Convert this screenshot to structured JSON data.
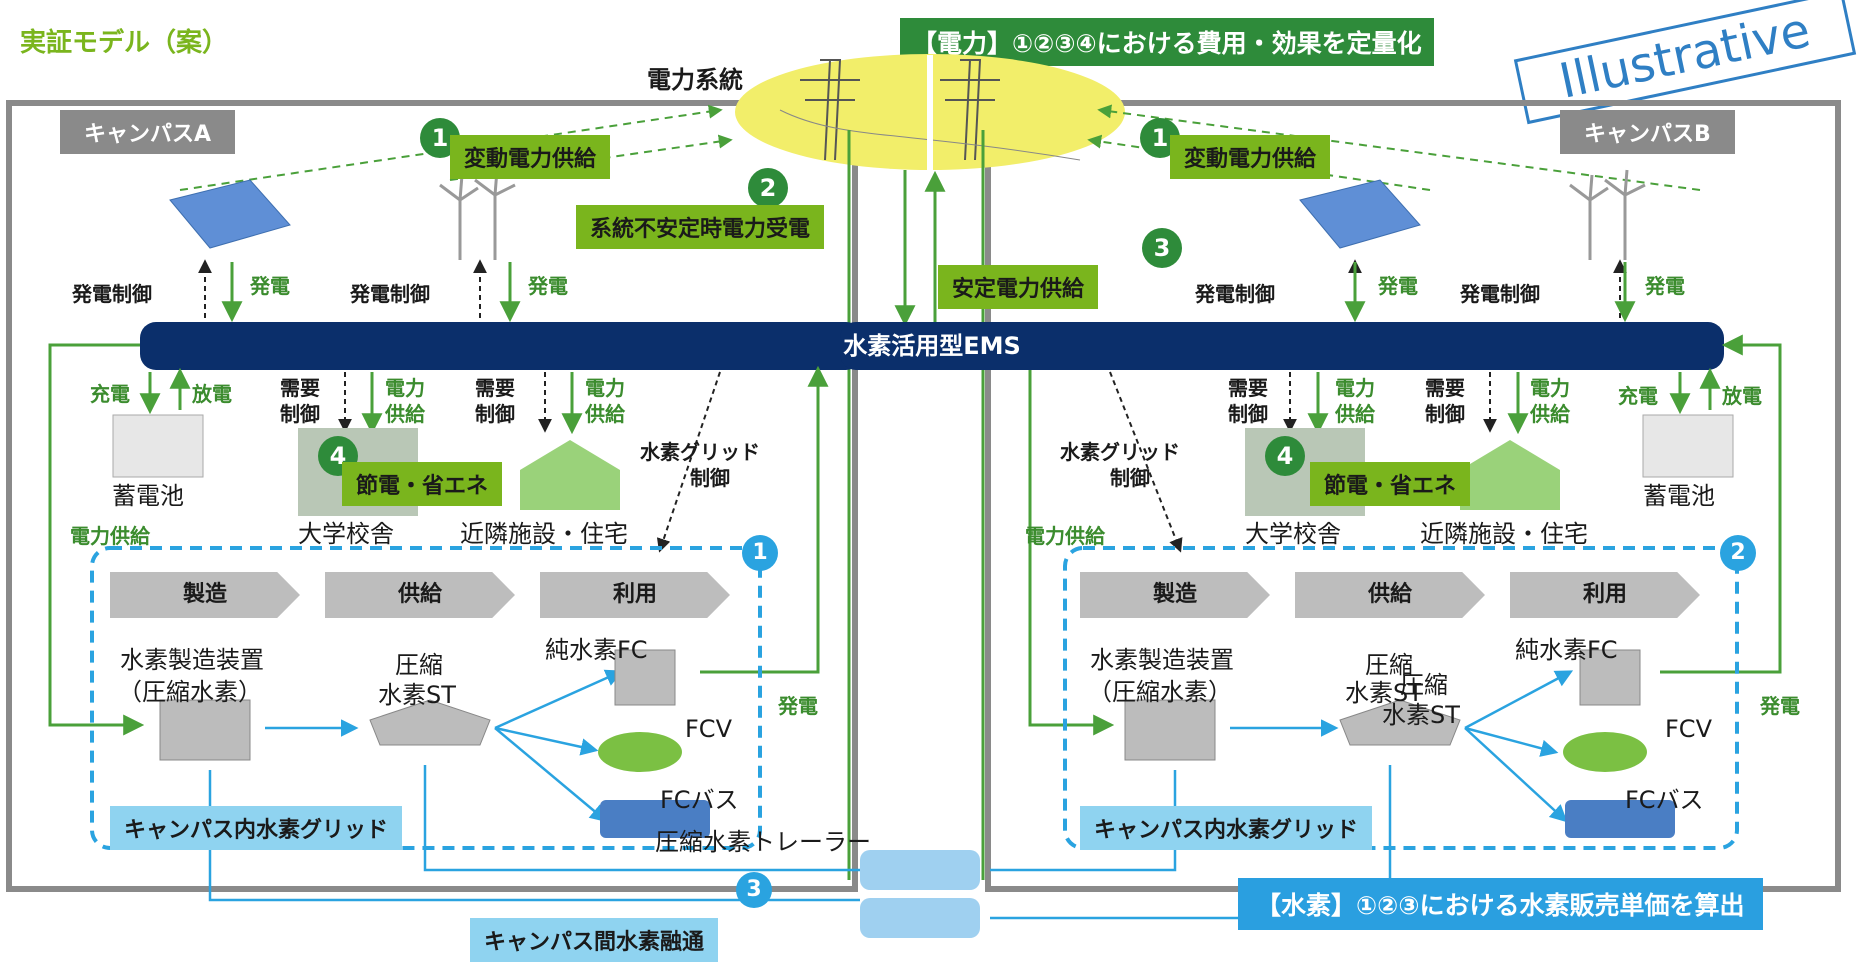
{
  "title": "実証モデル（案）",
  "grid_title": "電力系統",
  "power_banner": "【電力】①②③④における費用・効果を定量化",
  "illustrative": "Illustrative",
  "hydrogen_banner": "【水素】①②③における水素販売単価を算出",
  "campus_a": "キャンパスA",
  "campus_b": "キャンパスB",
  "ems": "水素活用型EMS",
  "labels": {
    "variable_supply": "変動電力供給",
    "unstable_receive": "系統不安定時電力受電",
    "stable_supply": "安定電力供給",
    "gen_control": "発電制御",
    "gen": "発電",
    "charge": "充電",
    "discharge": "放電",
    "demand_control_1": "需要",
    "demand_control_2": "制御",
    "power_supply_1": "電力",
    "power_supply_2": "供給",
    "power_supply": "電力供給",
    "battery": "蓄電池",
    "univ": "大学校舎",
    "neighbor": "近隣施設・住宅",
    "save_energy": "節電・省エネ",
    "h2_grid_control_1": "水素グリッド",
    "h2_grid_control_2": "制御",
    "manufacture": "製造",
    "supply": "供給",
    "use": "利用",
    "h2_device_1": "水素製造装置",
    "h2_device_2": "（圧縮水素）",
    "compress": "圧縮",
    "h2_st": "水素ST",
    "pure_fc": "純水素FC",
    "fcv": "FCV",
    "fc_bus": "FCバス",
    "campus_grid": "キャンパス内水素グリッド",
    "trailer": "圧縮水素トレーラー",
    "inter_campus": "キャンパス間水素融通",
    "overlap_1": "圧縮",
    "overlap_2": "水素ST"
  },
  "numbers": {
    "n1": "1",
    "n2": "2",
    "n3": "3",
    "n4": "4"
  }
}
